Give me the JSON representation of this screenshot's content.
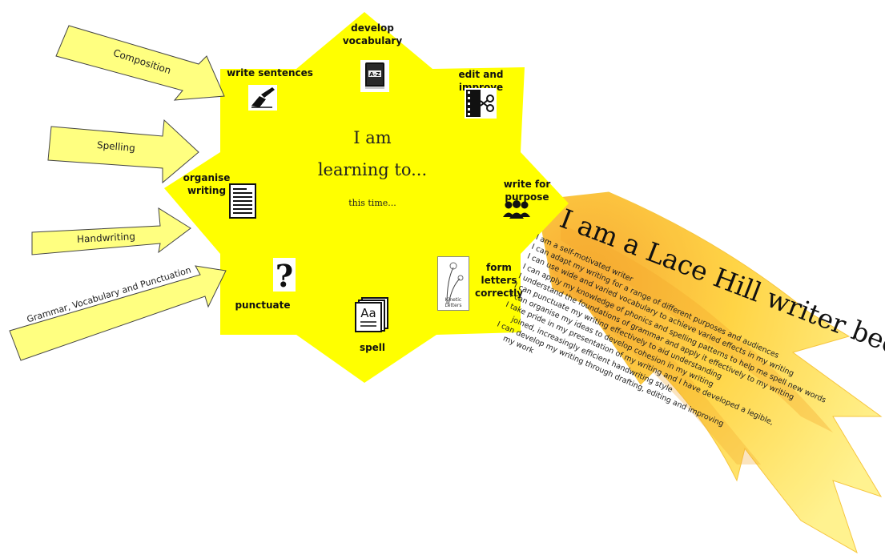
{
  "arrows": [
    {
      "label": "Composition"
    },
    {
      "label": "Spelling"
    },
    {
      "label": "Handwriting"
    },
    {
      "label": "Grammar, Vocabulary and Punctuation"
    }
  ],
  "star": {
    "center_title_line1": "I am",
    "center_title_line2": "learning to...",
    "center_sub": "this time...",
    "points": {
      "develop_vocabulary": "develop\nvocabulary",
      "edit_and_improve": "edit and improve",
      "write_for_purpose": "write for purpose",
      "form_letters_correctly": "form\nletters\ncorrectly",
      "spell": "spell",
      "punctuate": "punctuate",
      "organise_writing": "organise\nwriting",
      "write_sentences": "write sentences"
    },
    "icon_texts": {
      "dictionary": "A-Z",
      "font_sample": "Aa",
      "kinetic_letters": "Kinetic\nLetters"
    }
  },
  "tail": {
    "headline": "I am a Lace Hill writer because...",
    "statements": [
      "I am a self-motivated writer",
      "I can adapt my writing for a range of different purposes and audiences",
      "I can use wide and varied vocabulary to achieve varied effects in my writing",
      "I can apply my knowledge of phonics and spelling patterns to help me spell new words",
      "I understand the foundations of grammar and apply it effectively to my writing",
      "I can punctuate my writing effectively to aid understanding",
      "I can organise my ideas to develop cohesion in my writing",
      "I take pride in my presentation of my writing and I have developed a legible,",
      "joined, increasingly efficient handwriting style",
      "I can develop my writing through drafting, editing and improving",
      "my work"
    ]
  },
  "colors": {
    "star_yellow": "#ffff00",
    "arrow_fill": "#ffff80",
    "tail_light": "#ffec5c",
    "tail_mid": "#ffd43a",
    "tail_dark": "#f6b32a"
  }
}
